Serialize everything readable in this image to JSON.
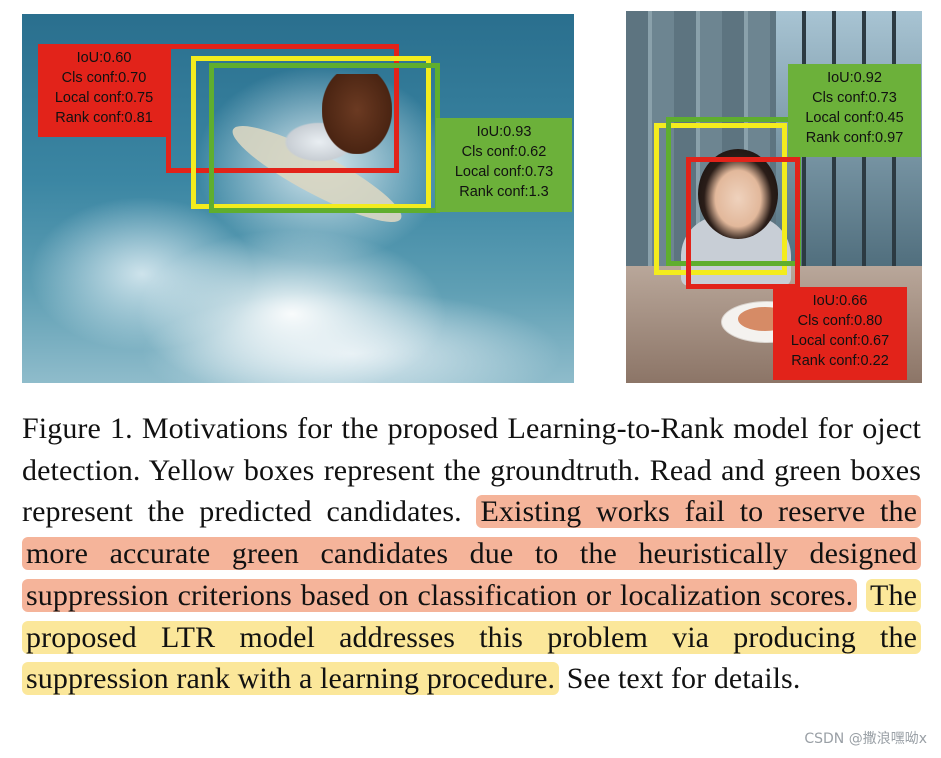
{
  "left_image": {
    "red_label": [
      "IoU:0.60",
      "Cls conf:0.70",
      "Local conf:0.75",
      "Rank conf:0.81"
    ],
    "green_label": [
      "IoU:0.93",
      "Cls conf:0.62",
      "Local conf:0.73",
      "Rank conf:1.3"
    ]
  },
  "right_image": {
    "green_label": [
      "IoU:0.92",
      "Cls conf:0.73",
      "Local conf:0.45",
      "Rank conf:0.97"
    ],
    "red_label": [
      "IoU:0.66",
      "Cls conf:0.80",
      "Local conf:0.67",
      "Rank conf:0.22"
    ]
  },
  "colors": {
    "red_box": "#e2231a",
    "yellow_box": "#f3ec1e",
    "green_box": "#5fae2e",
    "highlight_orange": "#f5b49a",
    "highlight_yellow": "#fbe79a"
  },
  "caption": {
    "plain_1": "Figure 1. Motivations for the proposed Learning-to-Rank model for oject detection. Yellow boxes represent the groundtruth. Read and green boxes represent the predicted candidates. ",
    "highlight_orange": "Existing works fail to reserve the more accurate green candidates due to the heuristically designed suppression criterions based on classification or localization scores.",
    "highlight_yellow": "The proposed LTR model addresses this problem via producing the suppression rank with a learning procedure.",
    "plain_2": " See text for details."
  },
  "watermark": "CSDN @撒浪嘿呦x"
}
